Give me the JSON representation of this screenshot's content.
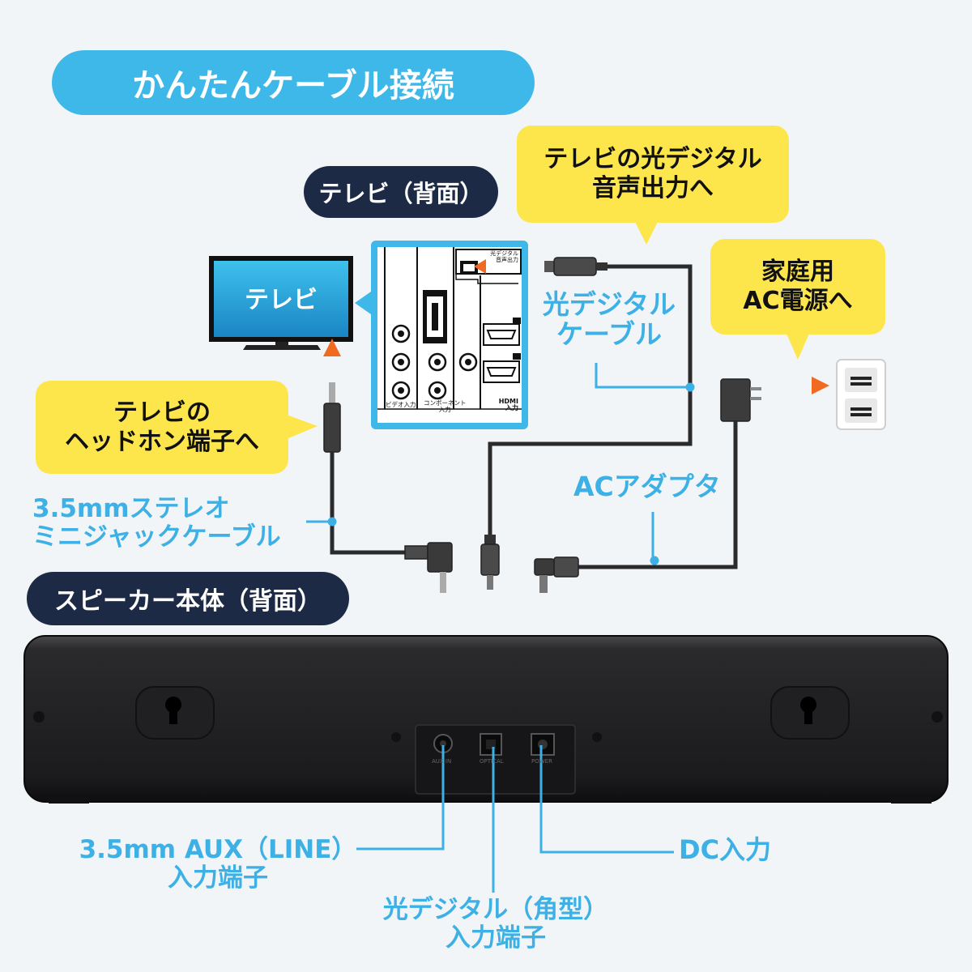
{
  "header": {
    "title": "かんたんケーブル接続"
  },
  "sections": {
    "tv_back": "テレビ（背面）",
    "speaker_back": "スピーカー本体（背面）"
  },
  "tv": {
    "label": "テレビ"
  },
  "tv_panel": {
    "optical_label": "光デジタル\n音声出力",
    "video_in": "ビデオ入力",
    "component_in": "コンポーネント\n入力",
    "hdmi_in": "HDMI\n入力"
  },
  "bubbles": {
    "optical_out": "テレビの光デジタル\n音声出力へ",
    "ac_power": "家庭用\nAC電源へ",
    "headphone": "テレビの\nヘッドホン端子へ"
  },
  "cables": {
    "optical": "光デジタル\nケーブル",
    "ac_adapter": "ACアダプタ",
    "mini_jack": "3.5mmステレオ\nミニジャックケーブル"
  },
  "ports": {
    "aux": "3.5mm AUX（LINE）\n入力端子",
    "optical": "光デジタル（角型）\n入力端子",
    "dc": "DC入力"
  },
  "port_marks": {
    "aux": "AUX IN",
    "optical": "OPTICAL",
    "dc": "POWER"
  },
  "colors": {
    "cyan": "#3eb8e8",
    "navy": "#1d2a45",
    "yellow": "#fde64b",
    "orange": "#f06a22",
    "label_blue": "#3db0e5"
  }
}
